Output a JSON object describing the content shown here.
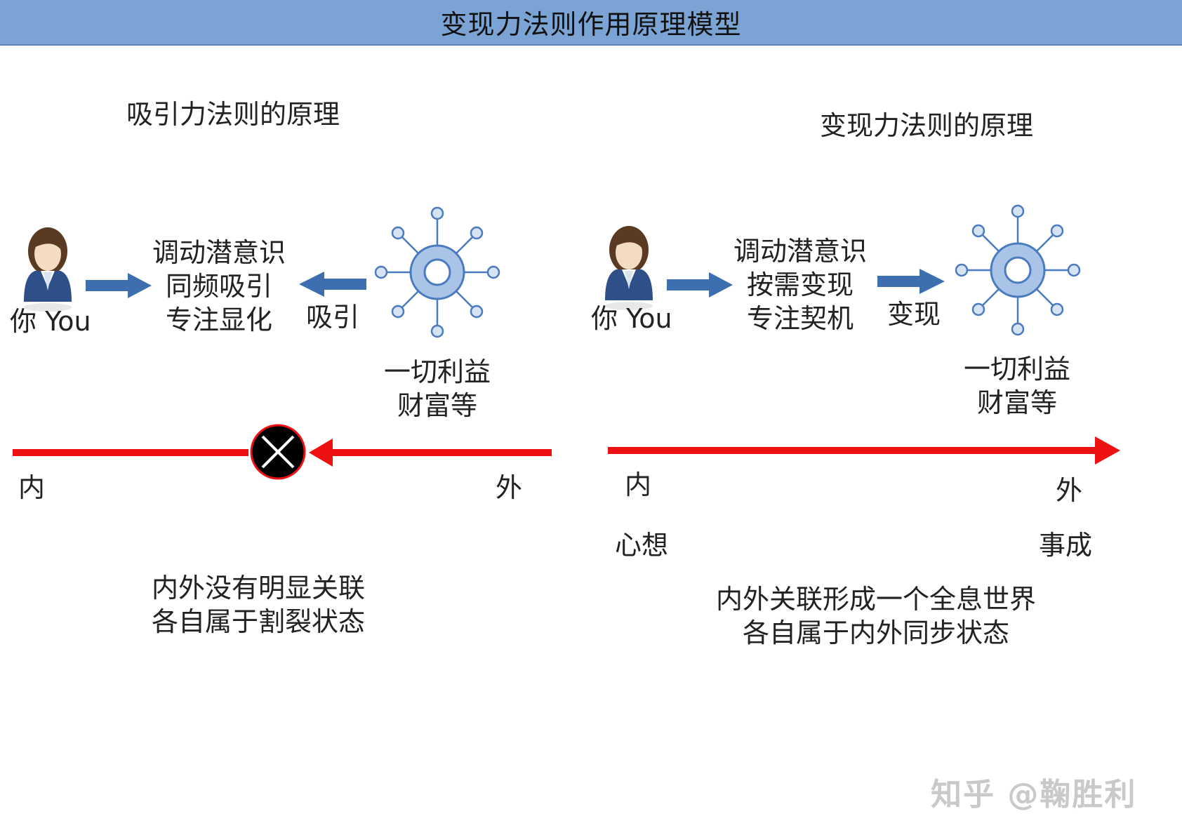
{
  "header": {
    "title": "变现力法则作用原理模型"
  },
  "left_panel": {
    "title": "吸引力法则的原理",
    "you_label": "你 You",
    "mind_lines": [
      "调动潜意识",
      "同频吸引",
      "专注显化"
    ],
    "action_label": "吸引",
    "target_lines": [
      "一切利益",
      "财富等"
    ],
    "axis_inner": "内",
    "axis_outer": "外",
    "conclusion_lines": [
      "内外没有明显关联",
      "各自属于割裂状态"
    ]
  },
  "right_panel": {
    "title": "变现力法则的原理",
    "you_label": "你 You",
    "mind_lines": [
      "调动潜意识",
      "按需变现",
      "专注契机"
    ],
    "action_label": "变现",
    "target_lines": [
      "一切利益",
      "财富等"
    ],
    "axis_inner": "内",
    "axis_outer": "外",
    "axis_inner_sub": "心想",
    "axis_outer_sub": "事成",
    "conclusion_lines": [
      "内外关联形成一个全息世界",
      "各自属于内外同步状态"
    ]
  },
  "watermark": "知乎 @鞠胜利",
  "colors": {
    "header_bg": "#7ba3d4",
    "arrow_blue": "#3d6fb0",
    "axis_red": "#ee1111",
    "node_blue": "#a9c4e6",
    "node_stroke": "#4a7bbf"
  }
}
